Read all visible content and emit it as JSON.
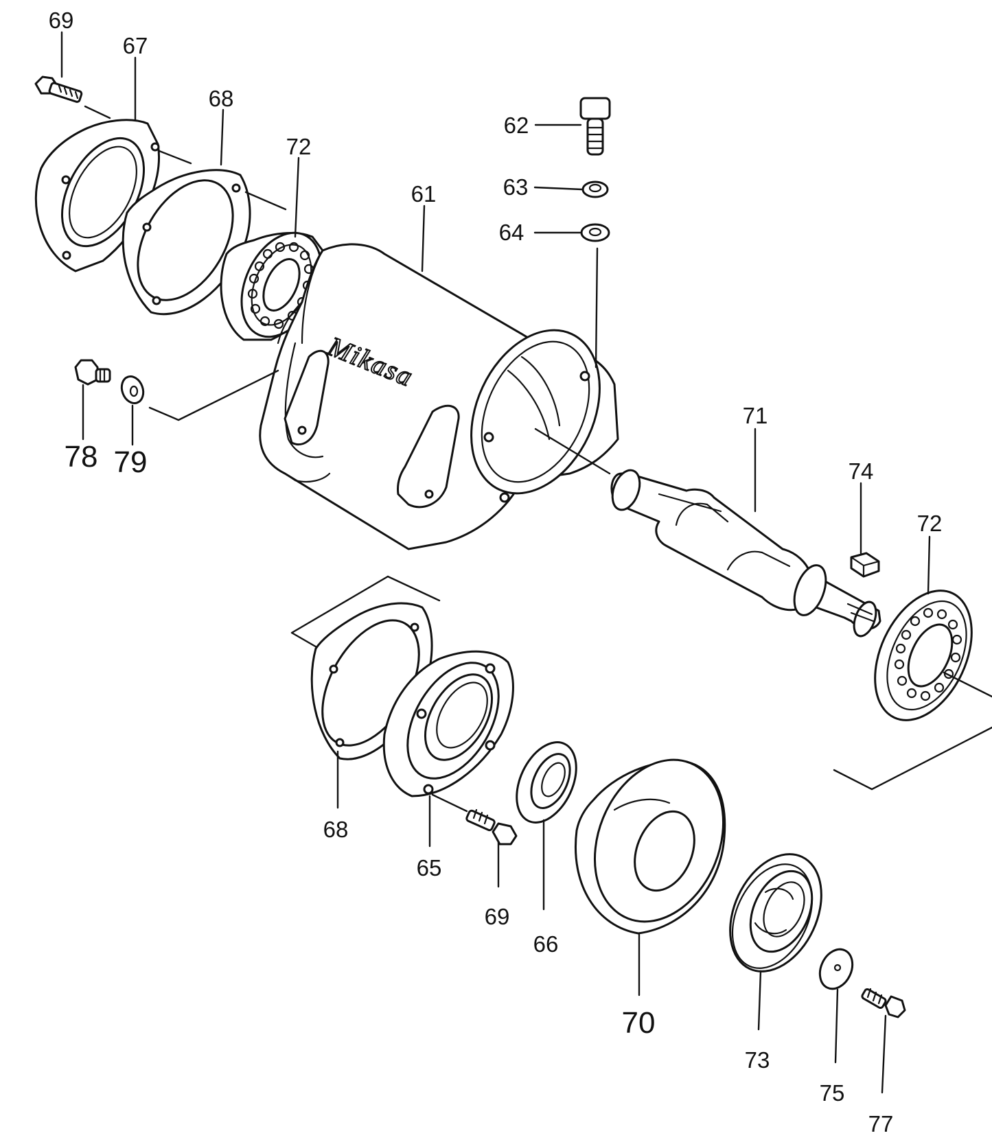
{
  "diagram": {
    "brand_logo": "Mikasa",
    "labels": {
      "p61": "61",
      "p62": "62",
      "p63": "63",
      "p64": "64",
      "p65": "65",
      "p66": "66",
      "p67": "67",
      "p68_top": "68",
      "p68_bottom": "68",
      "p69_top": "69",
      "p69_bottom": "69",
      "p70": "70",
      "p71": "71",
      "p72_top": "72",
      "p72_right": "72",
      "p73": "73",
      "p74": "74",
      "p75": "75",
      "p77": "77",
      "p78": "78",
      "p79": "79"
    }
  }
}
